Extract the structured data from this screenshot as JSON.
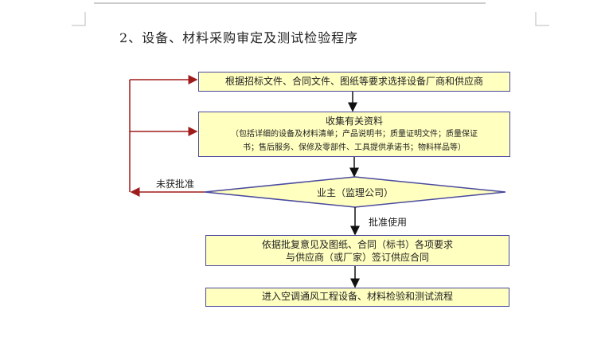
{
  "document": {
    "heading": "2、设备、材料采购审定及测试检验程序"
  },
  "flowchart": {
    "step1": "根据招标文件、合同文件、图纸等要求选择设备厂商和供应商",
    "step2_title": "收集有关资料",
    "step2_detail_line1": "（包括详细的设备及材料清单；产品说明书；质量证明文件；质量保证",
    "step2_detail_line2": "书；售后服务、保修及零部件、工具提供承诺书；物料样品等）",
    "decision": "业主（监理公司）",
    "reject_label": "未获批准",
    "approve_label": "批准使用",
    "step3_line1": "依据批复意见及图纸、合同（标书）各项要求",
    "step3_line2": "与供应商（或厂家）签订供应合同",
    "step4": "进入空调通风工程设备、材料检验和测试流程"
  },
  "colors": {
    "box_fill": "#ffffc0",
    "box_border": "#4a4aa0",
    "feedback_line": "#a01c1c"
  }
}
